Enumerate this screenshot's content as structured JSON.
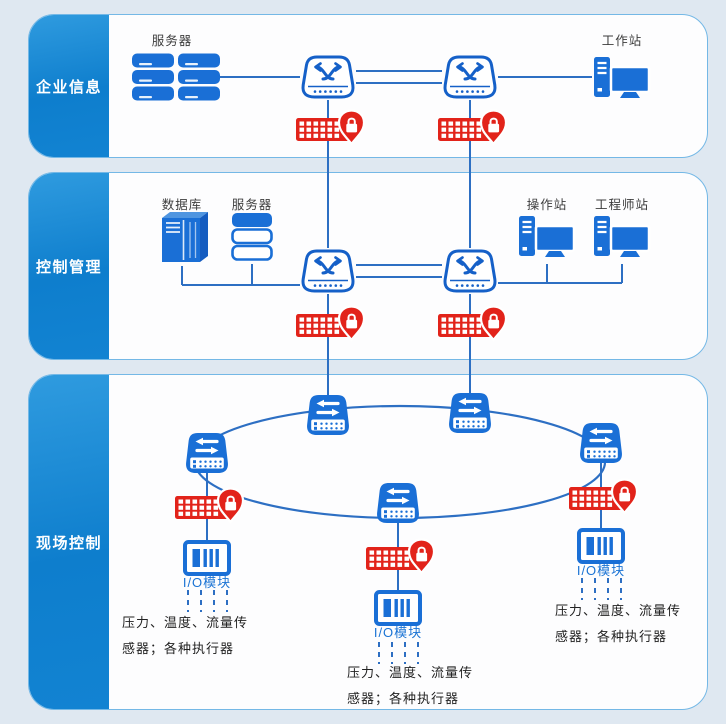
{
  "tiers": [
    {
      "label": "企业信息"
    },
    {
      "label": "控制管理"
    },
    {
      "label": "现场控制"
    }
  ],
  "labels": {
    "server": "服务器",
    "workstation": "工作站",
    "database": "数据库",
    "operator_station": "操作站",
    "engineer_station": "工程师站",
    "io_module": "I/O模块",
    "sensors_line1": "压力、温度、流量传",
    "sensors_line2": "感器；各种执行器"
  },
  "icons": {
    "core_switch": "crossed-arrows-switch-icon",
    "field_switch": "ethernet-switch-icon",
    "firewall": "brick-wall-lock-firewall-icon",
    "server": "server-stack-icon",
    "database": "server-cabinet-icon",
    "workstation": "desktop-computer-icon",
    "io_module": "io-module-icon"
  },
  "colors": {
    "tier_bar_blue": "#1283d2",
    "device_blue": "#1a6fd6",
    "device_blue_dark": "#1560c8",
    "line_blue": "#2d6fc3",
    "firewall_red": "#e2231a",
    "panel_border": "#74b8e6",
    "background": "#dfe8f1",
    "io_label_blue": "#1a73d4"
  }
}
